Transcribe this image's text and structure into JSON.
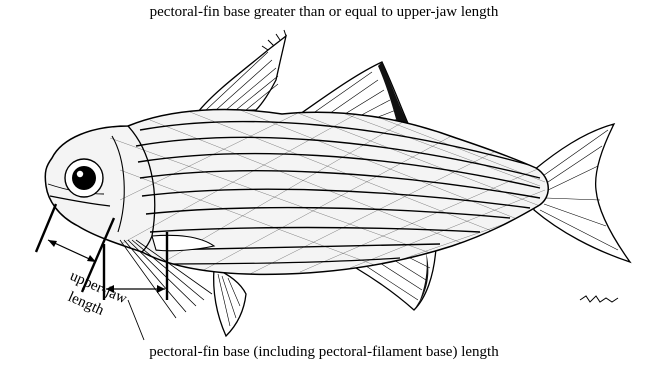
{
  "captions": {
    "top": "pectoral-fin base greater than or equal to upper-jaw length",
    "bottom": "pectoral-fin base (including pectoral-filament base) length"
  },
  "labels": {
    "upper_jaw_line1": "upper-jaw",
    "upper_jaw_line2": "length"
  }
}
